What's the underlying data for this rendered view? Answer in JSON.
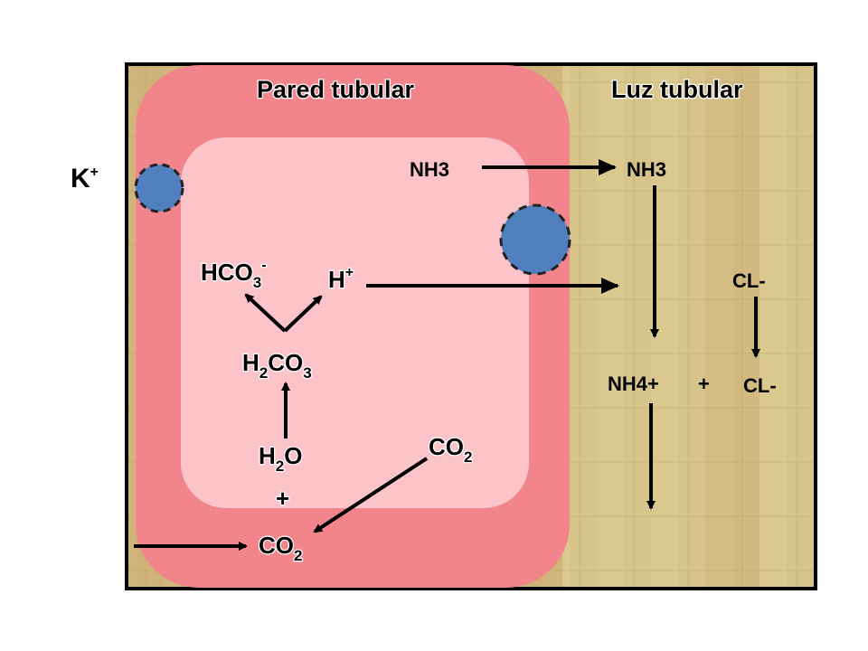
{
  "headings": {
    "wall": "Pared tubular",
    "lumen": "Luz tubular"
  },
  "labels": {
    "k": {
      "base": "K",
      "sup": "+"
    },
    "nh3_cell": "NH3",
    "nh3_lumen": "NH3",
    "hco3": {
      "base": "HCO",
      "sub": "3",
      "sup": "-"
    },
    "h": {
      "base": "H",
      "sup": "+"
    },
    "h2co3": {
      "p1": "H",
      "s1": "2",
      "p2": "CO",
      "s2": "3"
    },
    "h2o": {
      "p1": "H",
      "s1": "2",
      "p2": "O"
    },
    "plus_cell": "+",
    "co2_outside": {
      "base": "CO",
      "sub": "2"
    },
    "co2_bottom": {
      "base": "CO",
      "sub": "2"
    },
    "cl_top": "CL-",
    "nh4": "NH4+",
    "plus_lumen": "+",
    "cl_bottom": "CL-"
  },
  "colors": {
    "frame": "#000000",
    "wall": "#f2848c",
    "cytoplasm": "#fcc4c8",
    "lumen": "#d8c48a",
    "pump": "#4f80bd"
  }
}
